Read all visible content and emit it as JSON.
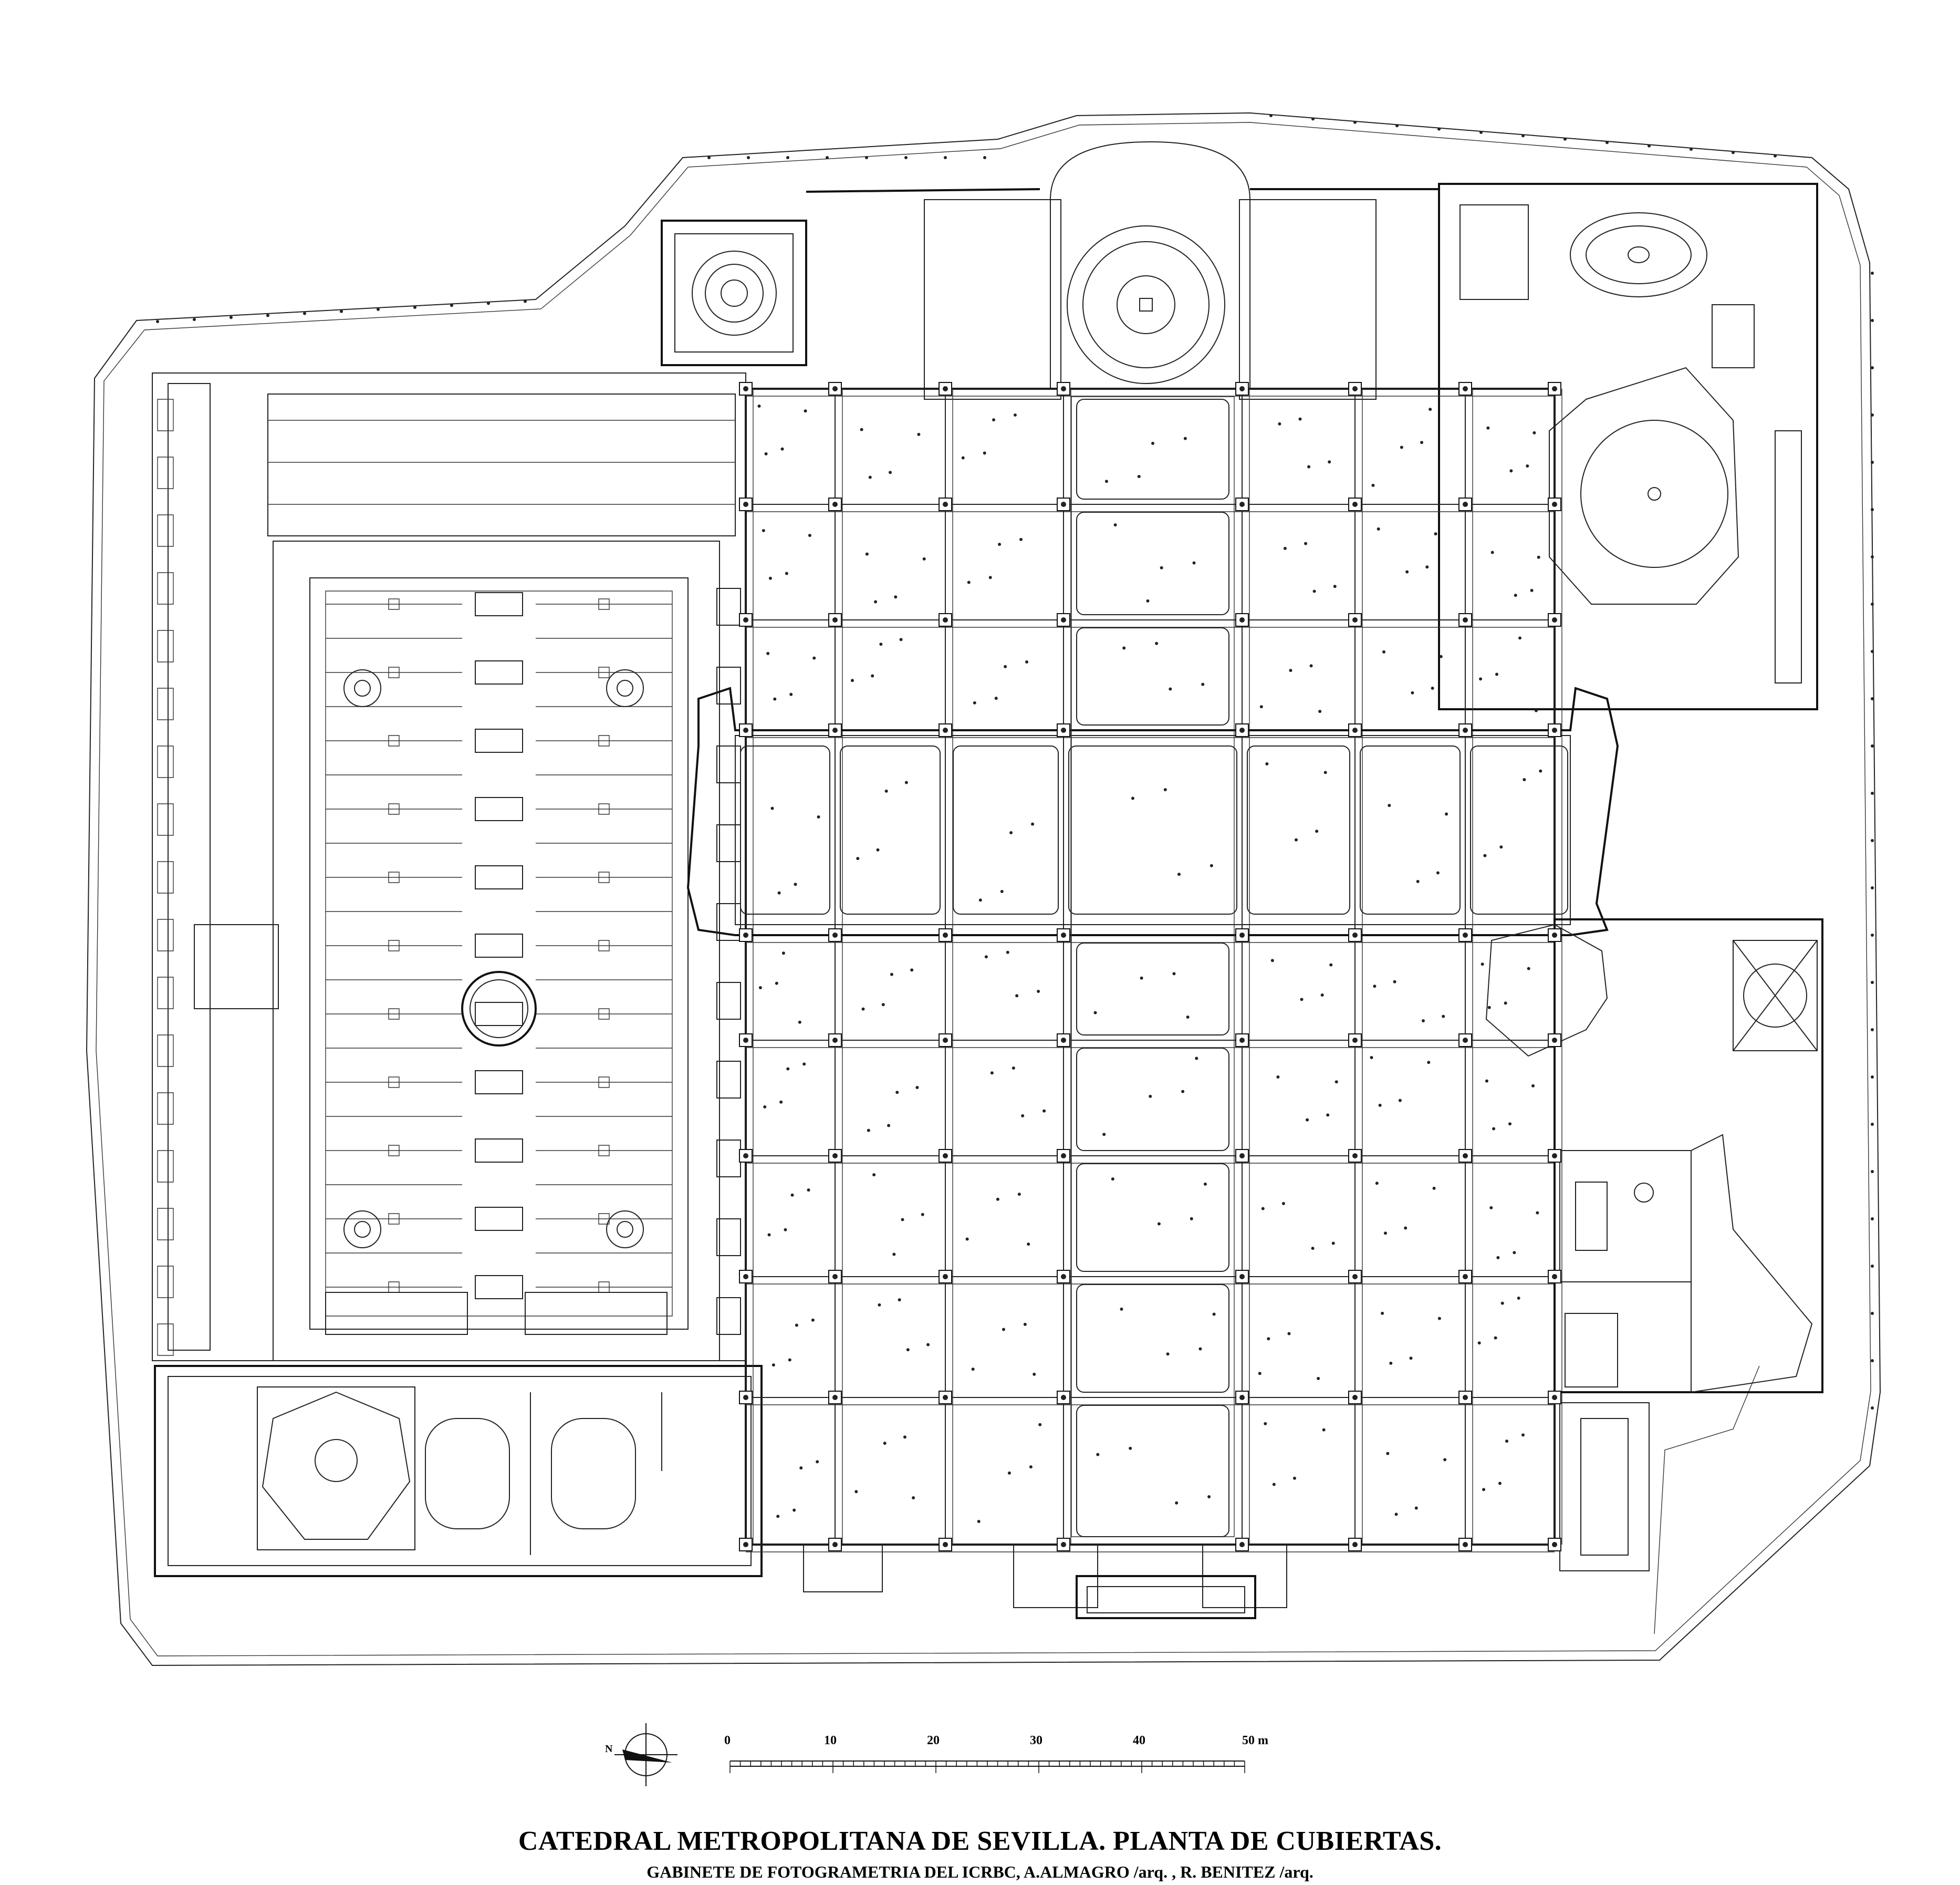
{
  "title": "CATEDRAL METROPOLITANA DE SEVILLA. PLANTA DE CUBIERTAS.",
  "subtitle": "GABINETE DE FOTOGRAMETRIA DEL ICRBC,  A.ALMAGRO /arq. , R. BENITEZ /arq.",
  "north_label": "N",
  "scale_bar": {
    "ticks": [
      "0",
      "10",
      "20",
      "30",
      "40",
      "50 m"
    ]
  },
  "icons": {
    "north_arrow": "compass-north-icon"
  }
}
